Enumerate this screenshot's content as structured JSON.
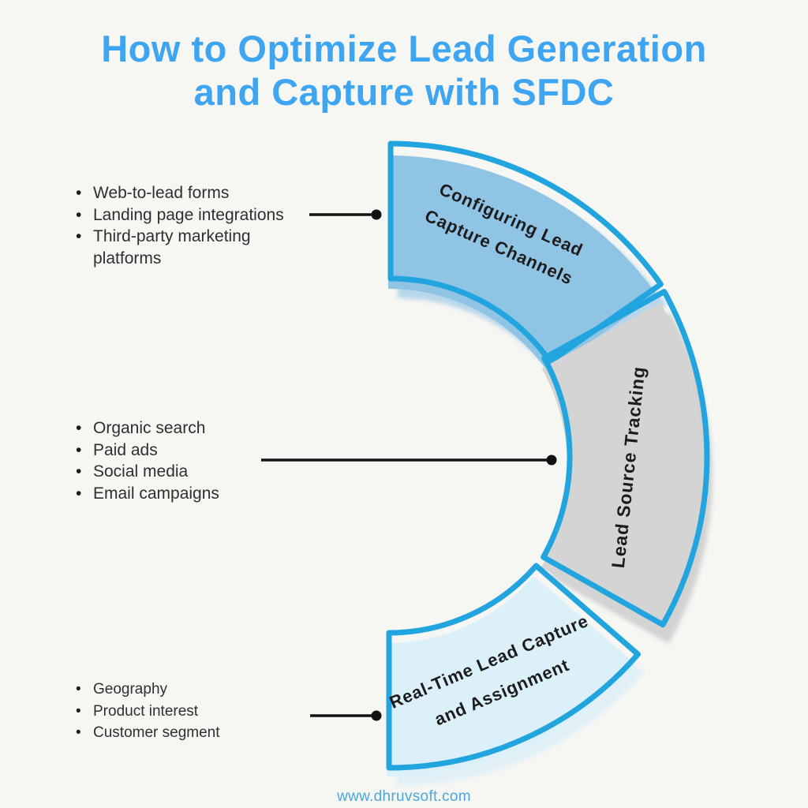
{
  "title": {
    "line1": "How to Optimize Lead Generation",
    "line2": "and Capture with SFDC"
  },
  "colors": {
    "background": "#F6F6F3",
    "title": "#3EA5F2",
    "accent_stroke": "#22A5DE",
    "footer_link": "#4BA7DD"
  },
  "segments": [
    {
      "name": "Configuring Lead Capture Channels",
      "label_lines": [
        "Configuring Lead",
        "Capture Channels"
      ],
      "colors": {
        "fill": "#90C4E5",
        "stroke": "#22A5DE",
        "shadow": "#A9CFE9"
      }
    },
    {
      "name": "Lead Source Tracking",
      "label_lines": [
        "Lead Source Tracking"
      ],
      "colors": {
        "fill": "#D4D4D4",
        "stroke": "#22A5DE",
        "shadow": "#C9C9C9"
      }
    },
    {
      "name": "Real-Time Lead Capture and Assignment",
      "label_lines": [
        "Real-Time Lead Capture",
        "and Assignment"
      ],
      "colors": {
        "fill": "#DCF0FA",
        "stroke": "#22A5DE",
        "shadow": "#DCEFF8"
      }
    }
  ],
  "lists": [
    {
      "items": [
        "Web-to-lead forms",
        "Landing page integrations",
        "Third-party marketing platforms"
      ]
    },
    {
      "items": [
        "Organic search",
        "Paid ads",
        "Social media",
        "Email campaigns"
      ]
    },
    {
      "items": [
        "Geography",
        "Product interest",
        "Customer segment"
      ]
    }
  ],
  "footer": {
    "website": "www.dhruvsoft.com"
  }
}
